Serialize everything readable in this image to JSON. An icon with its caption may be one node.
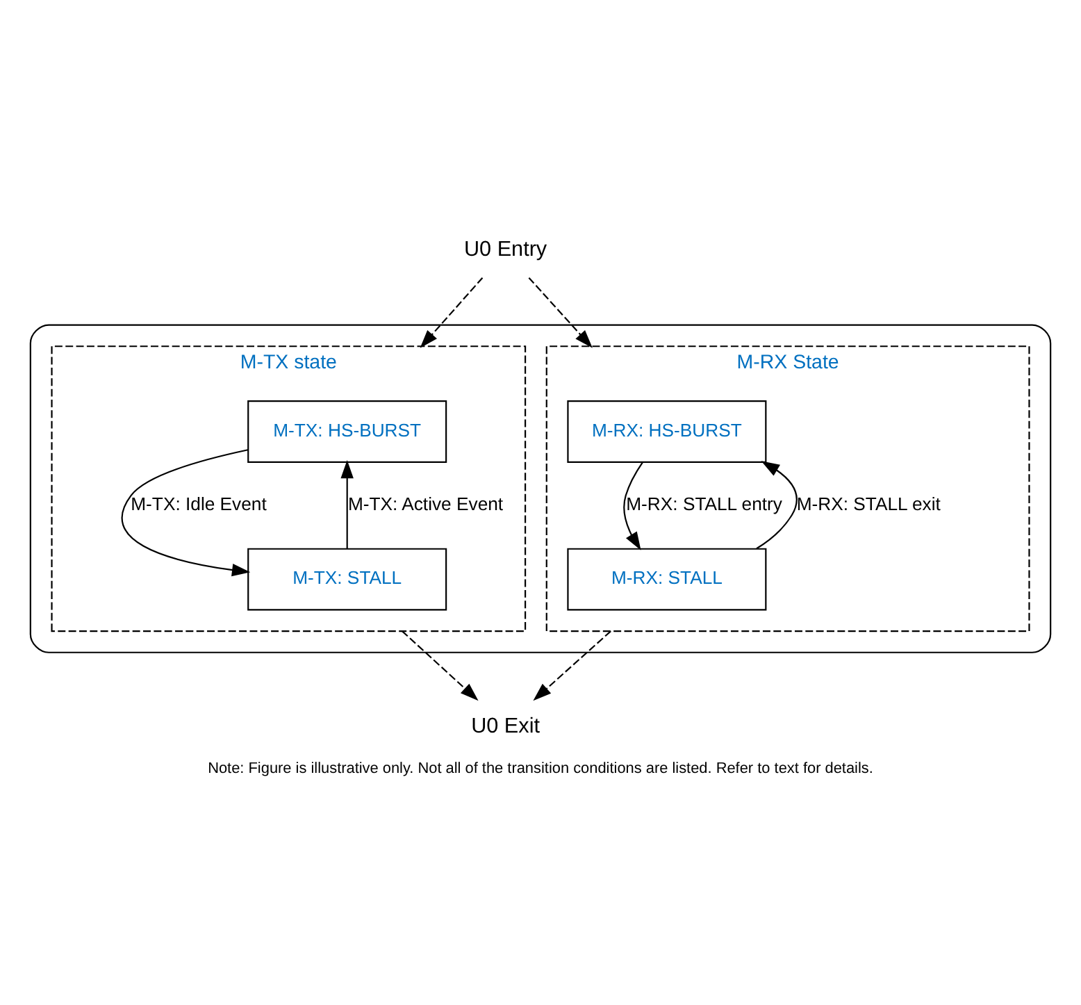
{
  "diagram": {
    "caption": "Note: Figure is illustrative only. Not all of the transition conditions are listed. Refer to text for details.",
    "nodes": [
      {
        "text": [
          "U0 Entry"
        ]
      },
      {
        "text": [],
        "shape": "ellipse"
      },
      {
        "text": [
          "M-TX state"
        ],
        "in": 1
      },
      {
        "text": [
          "M-TX: HS-BURST"
        ],
        "in": 2
      },
      {
        "text": [
          "M-TX: STALL"
        ],
        "in": 2
      },
      {
        "text": [
          "M-RX State"
        ],
        "in": 1
      },
      {
        "text": [
          "M-RX: HS-BURST"
        ],
        "in": 5
      },
      {
        "text": [
          "M-RX: STALL"
        ],
        "in": 5
      },
      {
        "text": [
          "U0 Exit"
        ]
      }
    ],
    "edges": [
      {
        "from": 0,
        "to": 2,
        "arrow": "to",
        "style": "dashed"
      },
      {
        "from": 0,
        "to": 5,
        "arrow": "to",
        "style": "dashed"
      },
      {
        "from": 3,
        "to": 4,
        "arrow": "to",
        "label": "M-TX: Idle Event"
      },
      {
        "from": 4,
        "to": 3,
        "arrow": "to",
        "label": "M-TX: Active Event"
      },
      {
        "from": 6,
        "to": 7,
        "arrow": "to",
        "label": "M-RX: STALL entry"
      },
      {
        "from": 7,
        "to": 6,
        "arrow": "to",
        "label": "M-RX: STALL exit"
      },
      {
        "from": 2,
        "to": 8,
        "arrow": "to",
        "style": "dashed"
      },
      {
        "from": 5,
        "to": 8,
        "arrow": "to",
        "style": "dashed"
      }
    ]
  }
}
